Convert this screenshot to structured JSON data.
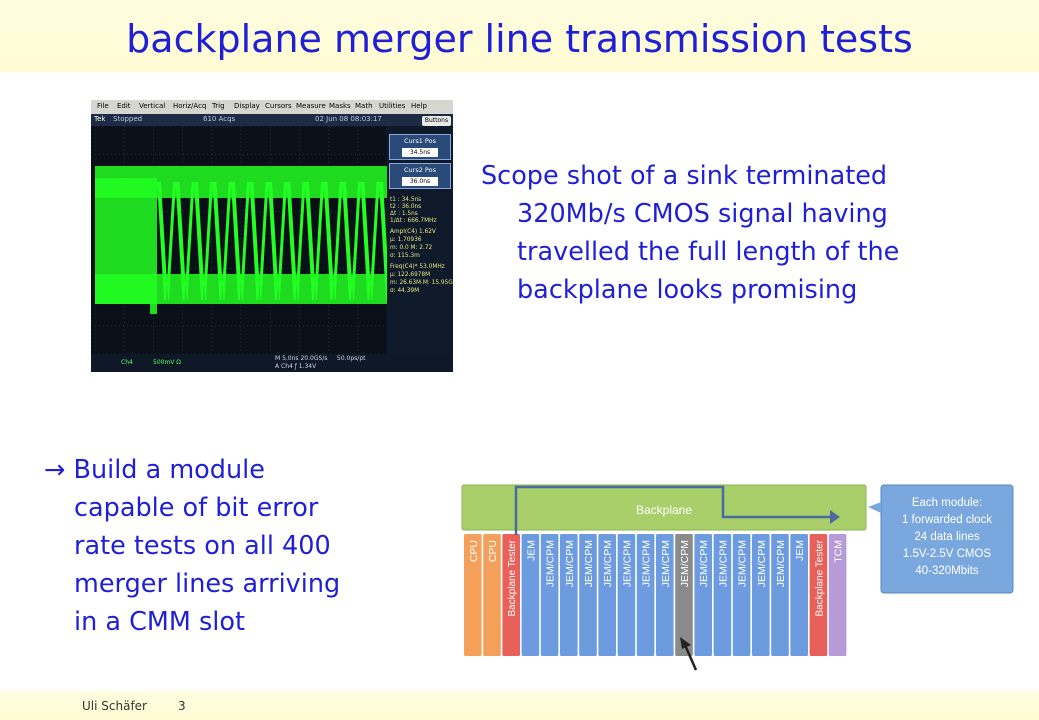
{
  "slide": {
    "title": "backplane merger line transmission tests",
    "footer_author": "Uli Schäfer",
    "footer_page": "3"
  },
  "scope_text": {
    "lines": [
      "Scope shot of a sink terminated",
      "320Mb/s CMOS signal having",
      "travelled the full length of the",
      "backplane looks promising"
    ]
  },
  "build_text": {
    "arrow": "→",
    "lines": [
      "Build a module",
      "capable of bit error",
      "rate tests on all 400",
      "merger lines arriving",
      "in a CMM slot"
    ]
  },
  "scope_screenshot": {
    "menu": [
      "File",
      "Edit",
      "Vertical",
      "Horiz/Acq",
      "Trig",
      "Display",
      "Cursors",
      "Measure",
      "Masks",
      "Math",
      "Utilities",
      "Help"
    ],
    "status_brand": "Tek",
    "status_state": "Stopped",
    "status_acqs": "610 Acqs",
    "status_date": "02 Jun 08 08:03:17",
    "buttons_label": "Buttons",
    "curs1_label": "Curs1 Pos",
    "curs1_value": "34.5ns",
    "curs2_label": "Curs2 Pos",
    "curs2_value": "36.0ns",
    "meas_lines": [
      "t1 :    34.5ns",
      "t2 :    36.0ns",
      "Δt :     1.5ns",
      "1/Δt :  666.7MHz",
      "Ampl(C4)     1.62V",
      "μ: 1.70936",
      "m: 0.0      M: 2.72",
      "σ: 115.3m",
      "Freq(C4)*     53.0MHz",
      "μ: 122.6978M",
      "m: 26.63M   M: 15.95G",
      "σ: 44.39M"
    ],
    "bottom_ch": "Ch4",
    "bottom_scale": "500mV  Ω",
    "bottom_time": "M 5.0ns 20.0GS/s",
    "bottom_pts": "50.0ps/pt",
    "bottom_trig": "A  Ch4  ƒ  1.34V",
    "signal_color": "#22ff22",
    "grid_color": "#3a4a5a"
  },
  "diagram": {
    "backplane_label": "Backplane",
    "slots": [
      "CPU",
      "CPU",
      "Backplane Tester",
      "JEM",
      "JEM/CPM",
      "JEM/CPM",
      "JEM/CPM",
      "JEM/CPM",
      "JEM/CPM",
      "JEM/CPM",
      "JEM/CPM",
      "JEM/CPM",
      "JEM/CPM",
      "JEM/CPM",
      "JEM/CPM",
      "JEM/CPM",
      "JEM/CPM",
      "JEM",
      "Backplane Tester",
      "TCM"
    ],
    "info_lines": [
      "Each module:",
      "1 forwarded clock",
      "24 data lines",
      "1.5V-2.5V CMOS",
      "40-320Mbits"
    ],
    "colors": {
      "backplane": "#a9cf6a",
      "cpu": "#f5a05a",
      "tester": "#e8605a",
      "jem": "#6c9be0",
      "tcm": "#b79ad8",
      "cmm": "#8a8a8a",
      "info": "#7aa7dd"
    }
  }
}
